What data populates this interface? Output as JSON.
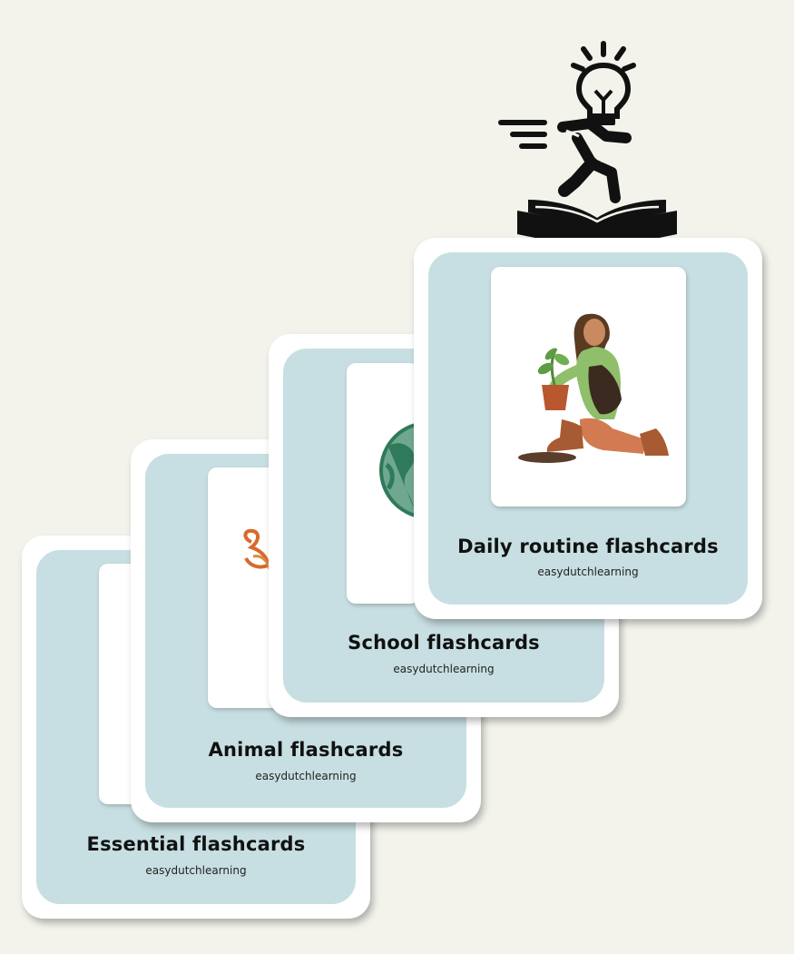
{
  "background_color": "#f3f3ec",
  "card_frame_color": "#ffffff",
  "card_fill_color": "#c7dfe2",
  "hero_icon": "running-reader-lightbulb-icon",
  "cards": [
    {
      "title": "Essential flashcards",
      "brand": "easydutchlearning",
      "image_icon": "blank-card-image"
    },
    {
      "title": "Animal flashcards",
      "brand": "easydutchlearning",
      "image_icon": "animal-illustration-icon"
    },
    {
      "title": "School flashcards",
      "brand": "easydutchlearning",
      "image_icon": "globe-icon"
    },
    {
      "title": "Daily routine flashcards",
      "brand": "easydutchlearning",
      "image_icon": "gardener-woman-illustration-icon"
    }
  ]
}
